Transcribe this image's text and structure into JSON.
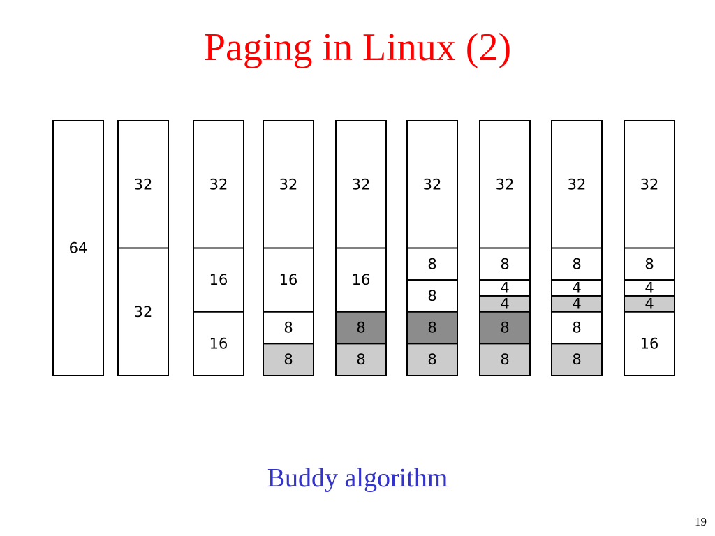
{
  "slide": {
    "title": "Paging in Linux (2)",
    "caption": "Buddy algorithm",
    "page_number": "19"
  },
  "colors": {
    "title": "#ff0000",
    "caption": "#3333cc",
    "free": "#ffffff",
    "allocated_light": "#cccccc",
    "allocated_dark": "#8c8c8c",
    "outline": "#000000"
  },
  "diagram": {
    "total_size": 64,
    "columns": [
      {
        "blocks": [
          {
            "size": 64,
            "label": "64",
            "state": "free"
          }
        ]
      },
      {
        "blocks": [
          {
            "size": 32,
            "label": "32",
            "state": "free"
          },
          {
            "size": 32,
            "label": "32",
            "state": "free"
          }
        ]
      },
      {
        "blocks": [
          {
            "size": 32,
            "label": "32",
            "state": "free"
          },
          {
            "size": 16,
            "label": "16",
            "state": "free"
          },
          {
            "size": 16,
            "label": "16",
            "state": "free"
          }
        ]
      },
      {
        "blocks": [
          {
            "size": 32,
            "label": "32",
            "state": "free"
          },
          {
            "size": 16,
            "label": "16",
            "state": "free"
          },
          {
            "size": 8,
            "label": "8",
            "state": "free"
          },
          {
            "size": 8,
            "label": "8",
            "state": "allocated_light"
          }
        ]
      },
      {
        "blocks": [
          {
            "size": 32,
            "label": "32",
            "state": "free"
          },
          {
            "size": 16,
            "label": "16",
            "state": "free"
          },
          {
            "size": 8,
            "label": "8",
            "state": "allocated_dark"
          },
          {
            "size": 8,
            "label": "8",
            "state": "allocated_light"
          }
        ]
      },
      {
        "blocks": [
          {
            "size": 32,
            "label": "32",
            "state": "free"
          },
          {
            "size": 8,
            "label": "8",
            "state": "free"
          },
          {
            "size": 8,
            "label": "8",
            "state": "free"
          },
          {
            "size": 8,
            "label": "8",
            "state": "allocated_dark"
          },
          {
            "size": 8,
            "label": "8",
            "state": "allocated_light"
          }
        ]
      },
      {
        "blocks": [
          {
            "size": 32,
            "label": "32",
            "state": "free"
          },
          {
            "size": 8,
            "label": "8",
            "state": "free"
          },
          {
            "size": 4,
            "label": "4",
            "state": "free"
          },
          {
            "size": 4,
            "label": "4",
            "state": "allocated_light"
          },
          {
            "size": 8,
            "label": "8",
            "state": "allocated_dark"
          },
          {
            "size": 8,
            "label": "8",
            "state": "allocated_light"
          }
        ]
      },
      {
        "blocks": [
          {
            "size": 32,
            "label": "32",
            "state": "free"
          },
          {
            "size": 8,
            "label": "8",
            "state": "free"
          },
          {
            "size": 4,
            "label": "4",
            "state": "free"
          },
          {
            "size": 4,
            "label": "4",
            "state": "allocated_light"
          },
          {
            "size": 8,
            "label": "8",
            "state": "free"
          },
          {
            "size": 8,
            "label": "8",
            "state": "allocated_light"
          }
        ]
      },
      {
        "blocks": [
          {
            "size": 32,
            "label": "32",
            "state": "free"
          },
          {
            "size": 8,
            "label": "8",
            "state": "free"
          },
          {
            "size": 4,
            "label": "4",
            "state": "free"
          },
          {
            "size": 4,
            "label": "4",
            "state": "allocated_light"
          },
          {
            "size": 16,
            "label": "16",
            "state": "free"
          }
        ]
      }
    ]
  }
}
